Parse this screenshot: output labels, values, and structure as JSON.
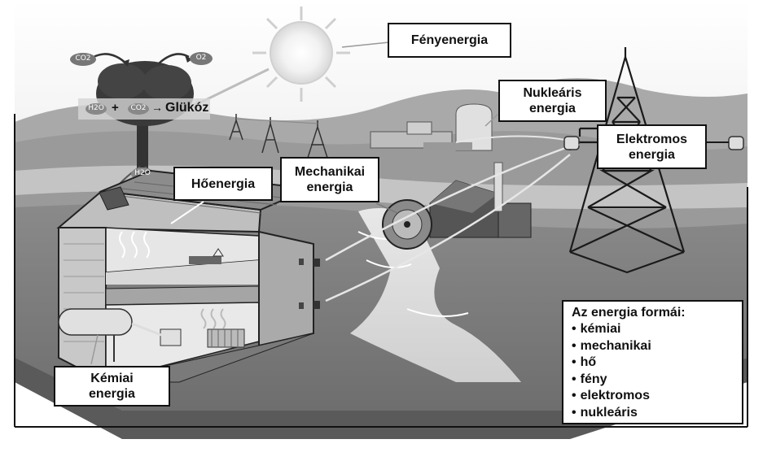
{
  "labels": {
    "light": "Fényenergia",
    "nuclear": [
      "Nukleáris",
      "energia"
    ],
    "electric": [
      "Elektromos",
      "energia"
    ],
    "mechanical": [
      "Mechanikai",
      "energia"
    ],
    "heat": "Hőenergia",
    "chemical": [
      "Kémiai",
      "energia"
    ]
  },
  "photosynthesis": {
    "co2_in": "CO2",
    "o2_out": "O2",
    "h2o": "H2O",
    "co2": "CO2",
    "plus": "+",
    "arrow": "→",
    "product": "Glükóz",
    "h2o_root": "H2O"
  },
  "legend": {
    "title": "Az energia formái:",
    "items": [
      "kémiai",
      "mechanikai",
      "hő",
      "fény",
      "elektromos",
      "nukleáris"
    ]
  }
}
